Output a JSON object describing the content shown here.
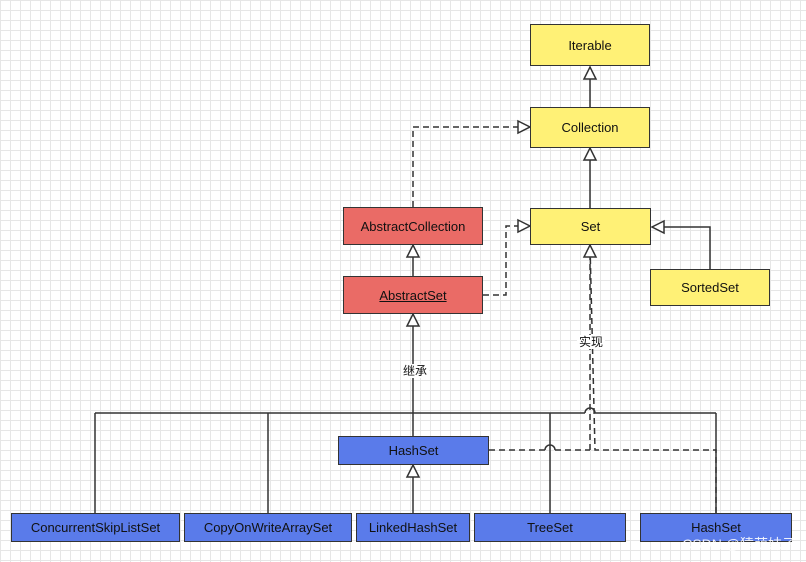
{
  "nodes": {
    "iterable": "Iterable",
    "collection": "Collection",
    "set": "Set",
    "sorted_set": "SortedSet",
    "abstract_collection": "AbstractCollection",
    "abstract_set": "AbstractSet",
    "hash_set_mid": "HashSet",
    "concurrent_skip_list_set": "ConcurrentSkipListSet",
    "copy_on_write_array_set": "CopyOnWriteArraySet",
    "linked_hash_set": "LinkedHashSet",
    "tree_set": "TreeSet",
    "hash_set_bottom": "HashSet"
  },
  "labels": {
    "inherit": "继承",
    "implement": "实现"
  },
  "watermark": "CSDN @猿萌妹子",
  "colors": {
    "interface_fill": "#fff176",
    "abstract_fill": "#ea6b66",
    "concrete_fill": "#5a7bea"
  }
}
